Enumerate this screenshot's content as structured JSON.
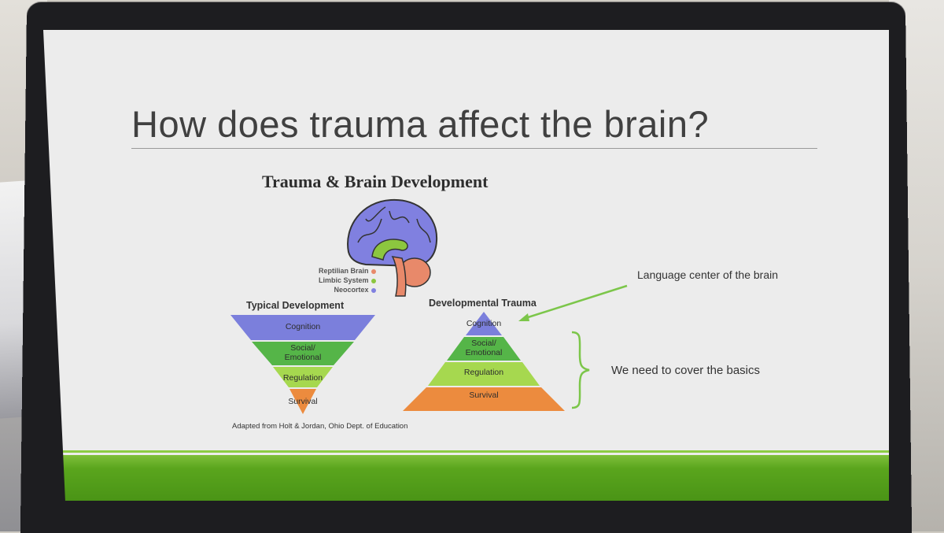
{
  "slide": {
    "title": "How does trauma affect the brain?",
    "figure_title": "Trauma & Brain Development",
    "legend": {
      "reptilian": "Reptilian Brain",
      "limbic": "Limbic System",
      "neocortex": "Neocortex",
      "colors": {
        "reptilian": "#e8896a",
        "limbic": "#8cc63f",
        "neocortex": "#8080e0"
      }
    },
    "typical": {
      "title": "Typical Development",
      "levels": [
        "Cognition",
        "Social/\nEmotional",
        "Regulation",
        "Survival"
      ]
    },
    "trauma": {
      "title": "Developmental Trauma",
      "levels": [
        "Cognition",
        "Social/\nEmotional",
        "Regulation",
        "Survival"
      ]
    },
    "callouts": {
      "language": "Language center of the brain",
      "basics": "We need to cover the basics"
    },
    "credit": "Adapted from Holt & Jordan, Ohio Dept. of Education",
    "colors": {
      "cognition": "#7b7fdc",
      "social": "#55b548",
      "regulation": "#a6d84f",
      "survival": "#ec8b3e",
      "accent_green": "#5aa51d"
    }
  }
}
